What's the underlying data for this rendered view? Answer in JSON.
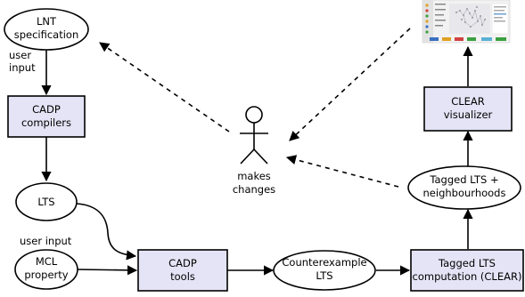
{
  "nodes": {
    "lnt_spec": [
      "LNT",
      "specification"
    ],
    "cadp_compilers": [
      "CADP",
      "compilers"
    ],
    "lts": [
      "LTS"
    ],
    "mcl_property": [
      "MCL",
      "property"
    ],
    "cadp_tools": [
      "CADP",
      "tools"
    ],
    "counterexample_lts": [
      "Counterexample",
      "LTS"
    ],
    "tagged_lts_computation": [
      "Tagged LTS",
      "computation (CLEAR)"
    ],
    "tagged_lts_neighbourhoods": [
      "Tagged LTS +",
      "neighbourhoods"
    ],
    "clear_visualizer": [
      "CLEAR",
      "visualizer"
    ]
  },
  "labels": {
    "user_input_top": [
      "user",
      "input"
    ],
    "user_input_bottom": "user input",
    "actor": [
      "makes",
      "changes"
    ]
  }
}
